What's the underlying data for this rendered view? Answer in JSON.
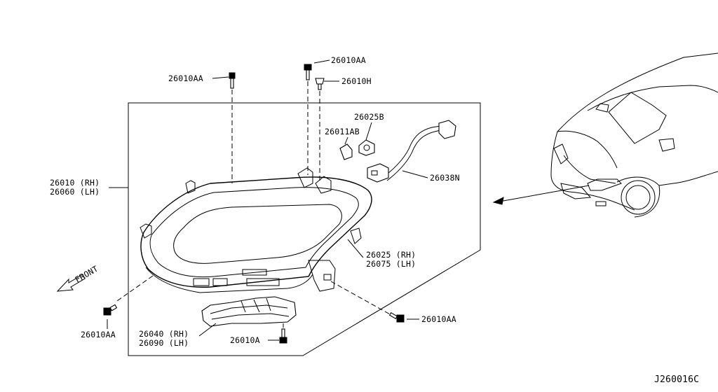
{
  "labels": {
    "bolt_top_left": "26010AA",
    "bolt_top_right": "26010AA",
    "clip_top": "26010H",
    "bulb_b": "26025B",
    "bulb_ab": "26011AB",
    "headlamp_rh": "26010 (RH)",
    "headlamp_lh": "26060 (LH)",
    "harness": "26038N",
    "housing_rh": "26025 (RH)",
    "housing_lh": "26075 (LH)",
    "bracket_rh": "26040 (RH)",
    "bracket_lh": "26090 (LH)",
    "bolt_bottom_left": "26010AA",
    "bolt_bottom_center": "26010A",
    "bolt_bottom_right": "26010AA",
    "front_indicator": "FRONT",
    "diagram_code": "J260016C"
  }
}
